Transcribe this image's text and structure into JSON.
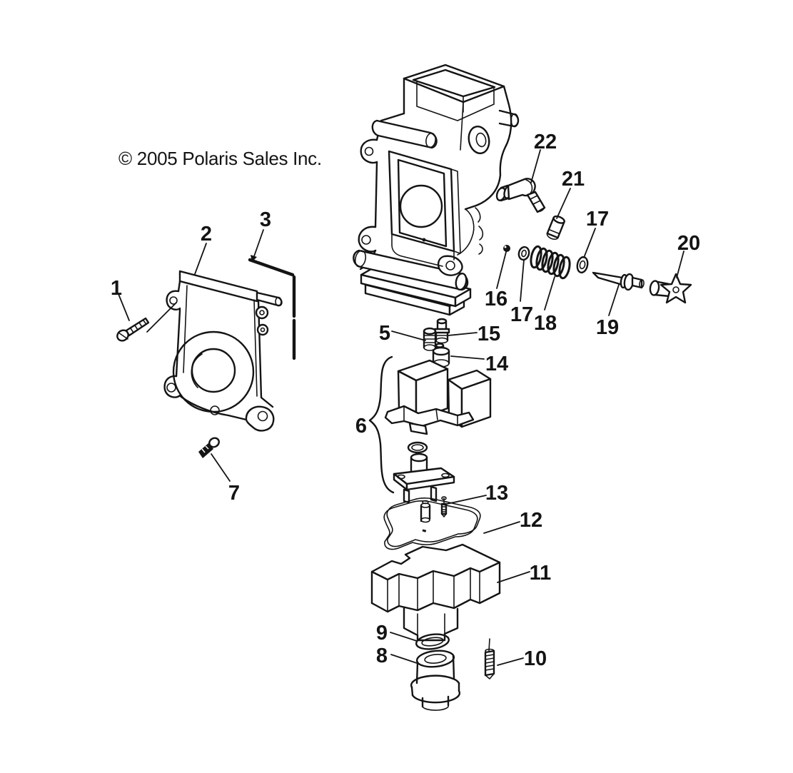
{
  "copyright": "© 2005 Polaris Sales Inc.",
  "colors": {
    "ink": "#141414",
    "background": "#ffffff"
  },
  "callouts": [
    {
      "n": "1"
    },
    {
      "n": "2"
    },
    {
      "n": "3"
    },
    {
      "n": "5"
    },
    {
      "n": "6"
    },
    {
      "n": "7"
    },
    {
      "n": "8"
    },
    {
      "n": "9"
    },
    {
      "n": "10"
    },
    {
      "n": "11"
    },
    {
      "n": "12"
    },
    {
      "n": "13"
    },
    {
      "n": "14"
    },
    {
      "n": "15"
    },
    {
      "n": "16"
    },
    {
      "n": "17"
    },
    {
      "n": "17"
    },
    {
      "n": "18"
    },
    {
      "n": "19"
    },
    {
      "n": "20"
    },
    {
      "n": "21"
    },
    {
      "n": "22"
    }
  ]
}
